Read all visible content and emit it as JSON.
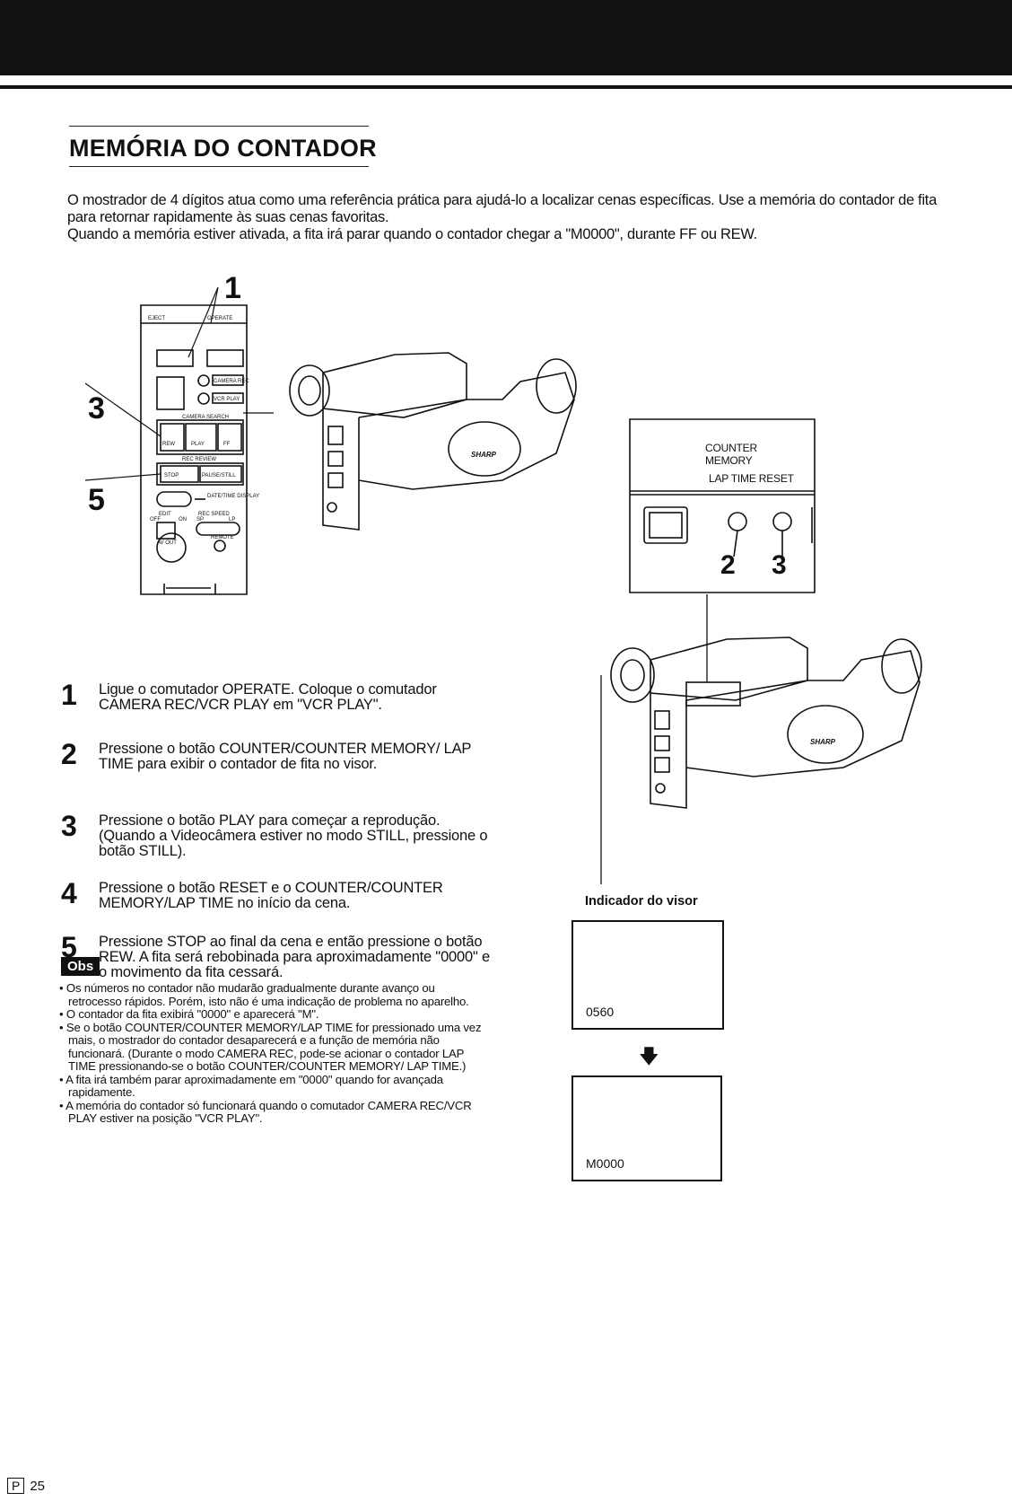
{
  "page": {
    "title": "MEMÓRIA DO CONTADOR",
    "intro_1": "O mostrador de 4 dígitos atua como uma referência prática para ajudá-lo a localizar cenas específicas. Use a memória do contador de fita para retornar rapidamente às suas cenas favoritas.",
    "intro_2": "Quando a memória estiver ativada, a fita irá parar quando o contador chegar a \"M0000\", durante FF ou REW.",
    "page_label": "P",
    "page_number": "25"
  },
  "callouts": {
    "c1": "1",
    "c3": "3",
    "c5": "5",
    "c2b": "2",
    "c3b": "3"
  },
  "panel": {
    "counter_label": "COUNTER",
    "memory_label": "MEMORY",
    "lap_time_reset": "LAP TIME RESET"
  },
  "control_panel": {
    "eject": "EJECT",
    "operate": "OPERATE",
    "camera_rec": "CAMERA REC",
    "vcr_play": "VCR PLAY",
    "camera_search": "CAMERA SEARCH",
    "rew": "REW",
    "play": "PLAY",
    "ff": "FF",
    "rec_review": "REC REVIEW",
    "stop": "STOP",
    "pause_still": "PAUSE/STILL",
    "date_time_display": "DATE/TIME DISPLAY",
    "edit": "EDIT",
    "off": "OFF",
    "on": "ON",
    "rec_speed": "REC SPEED",
    "sp": "SP",
    "lp": "LP",
    "av_out": "AV OUT",
    "remote": "REMOTE"
  },
  "camera_brand": "SHARP",
  "steps": [
    {
      "num": "1",
      "text": "Ligue o comutador OPERATE. Coloque o comutador CAMERA REC/VCR PLAY em \"VCR PLAY\"."
    },
    {
      "num": "2",
      "text": "Pressione o botão COUNTER/COUNTER MEMORY/ LAP TIME para exibir o contador de fita no visor."
    },
    {
      "num": "3",
      "text": "Pressione o botão PLAY para começar a reprodução. (Quando a Videocâmera estiver no modo STILL, pressione o botão STILL)."
    },
    {
      "num": "4",
      "text": "Pressione o botão RESET e o COUNTER/COUNTER MEMORY/LAP TIME no início da cena."
    },
    {
      "num": "5",
      "text": "Pressione STOP ao final da cena e então pressione o botão REW. A fita será rebobinada para aproximadamente \"0000\" e o movimento da fita cessará."
    }
  ],
  "obs": {
    "label": "Obs",
    "notes": [
      "Os números no contador não mudarão gradualmente durante avanço ou retrocesso rápidos. Porém, isto não é uma indicação de problema no aparelho.",
      "O contador da fita exibirá \"0000\" e aparecerá \"M\".",
      "Se o botão COUNTER/COUNTER MEMORY/LAP TIME for pressionado uma vez mais, o mostrador do contador desaparecerá e a função de memória não funcionará. (Durante o modo CAMERA REC, pode-se acionar o contador LAP TIME pressionando-se o botão COUNTER/COUNTER MEMORY/ LAP TIME.)",
      "A fita irá também parar aproximadamente em \"0000\" quando for avançada rapidamente.",
      "A memória do contador só funcionará quando o comutador CAMERA REC/VCR PLAY estiver na posição \"VCR PLAY\"."
    ]
  },
  "viewfinder": {
    "label": "Indicador do visor",
    "before": "0560",
    "after": "M0000",
    "arrow": "🡇"
  }
}
